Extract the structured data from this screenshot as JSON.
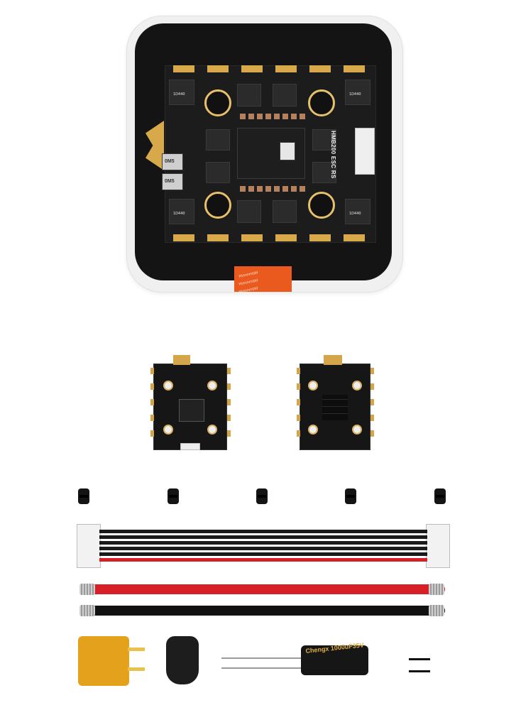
{
  "package": {
    "board_label": "HMB200 ESC RS",
    "tag_text": "Himinmbld"
  },
  "components": {
    "inductor_left_top": "0M5",
    "inductor_left_bottom": "0M5",
    "mosfet_marking": "1D440",
    "capacitor_label": "Chengx 1000uF35V"
  },
  "colors": {
    "package_frame": "#f0f0f0",
    "package_inner": "#141414",
    "tag": "#ea5a1e",
    "pad_gold": "#d8a94a",
    "wire_red": "#d61f26",
    "wire_black": "#111111",
    "xt_yellow": "#e4a21c"
  },
  "icons": [
    "esc-board-icon",
    "grommet-icon",
    "ribbon-cable-icon",
    "power-wire-icon",
    "xt-connector-icon",
    "connector-cap-icon",
    "capacitor-icon",
    "spacer-icon"
  ]
}
